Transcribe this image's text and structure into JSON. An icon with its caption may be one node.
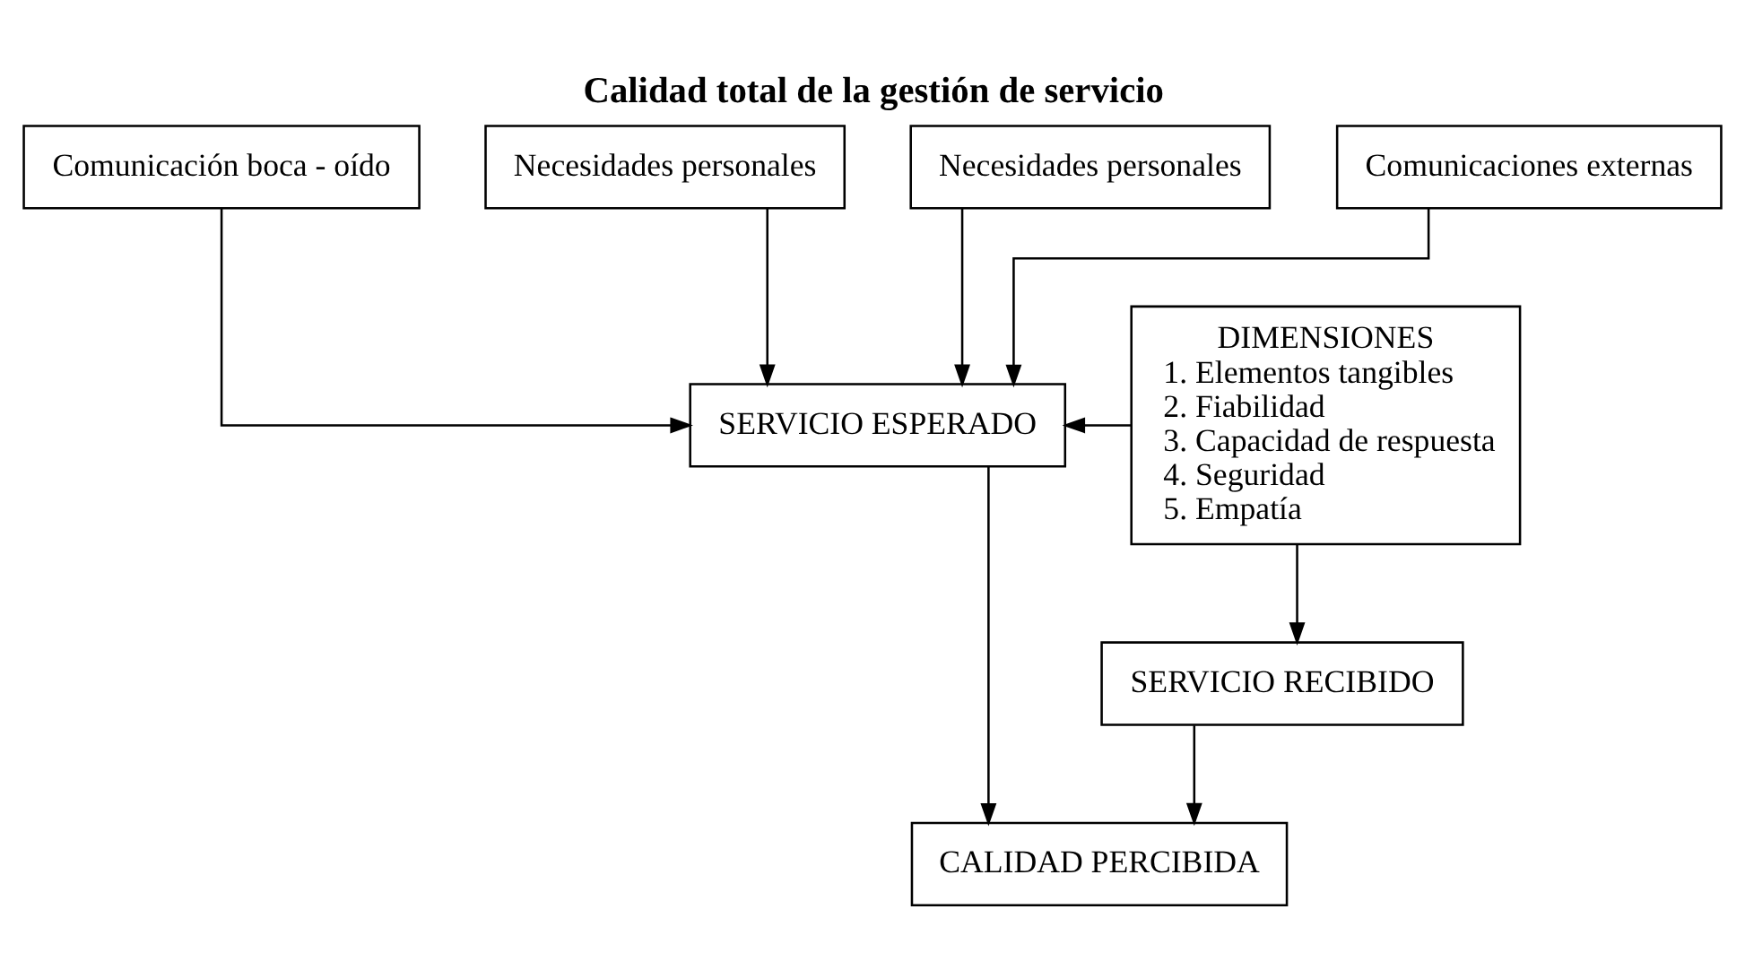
{
  "diagram": {
    "title": "Calidad total de la gestión de servicio",
    "nodes": [
      {
        "text": [
          "Comunicación boca - oído"
        ]
      },
      {
        "text": [
          "Necesidades personales"
        ]
      },
      {
        "text": [
          "Necesidades personales"
        ]
      },
      {
        "text": [
          "Comunicaciones externas"
        ]
      },
      {
        "text": [
          "DIMENSIONES",
          "1. Elementos tangibles",
          "2. Fiabilidad",
          "3. Capacidad de respuesta",
          "4. Seguridad",
          "5. Empatía"
        ]
      },
      {
        "text": [
          "SERVICIO ESPERADO"
        ]
      },
      {
        "text": [
          "SERVICIO RECIBIDO"
        ]
      },
      {
        "text": [
          "CALIDAD PERCIBIDA"
        ]
      }
    ],
    "edges": [
      {
        "from": 0,
        "to": 5,
        "arrow": "to"
      },
      {
        "from": 1,
        "to": 5,
        "arrow": "to"
      },
      {
        "from": 2,
        "to": 5,
        "arrow": "to"
      },
      {
        "from": 3,
        "to": 5,
        "arrow": "to"
      },
      {
        "from": 4,
        "to": 5,
        "arrow": "to"
      },
      {
        "from": 4,
        "to": 6,
        "arrow": "to"
      },
      {
        "from": 5,
        "to": 7,
        "arrow": "to"
      },
      {
        "from": 6,
        "to": 7,
        "arrow": "to"
      }
    ]
  }
}
